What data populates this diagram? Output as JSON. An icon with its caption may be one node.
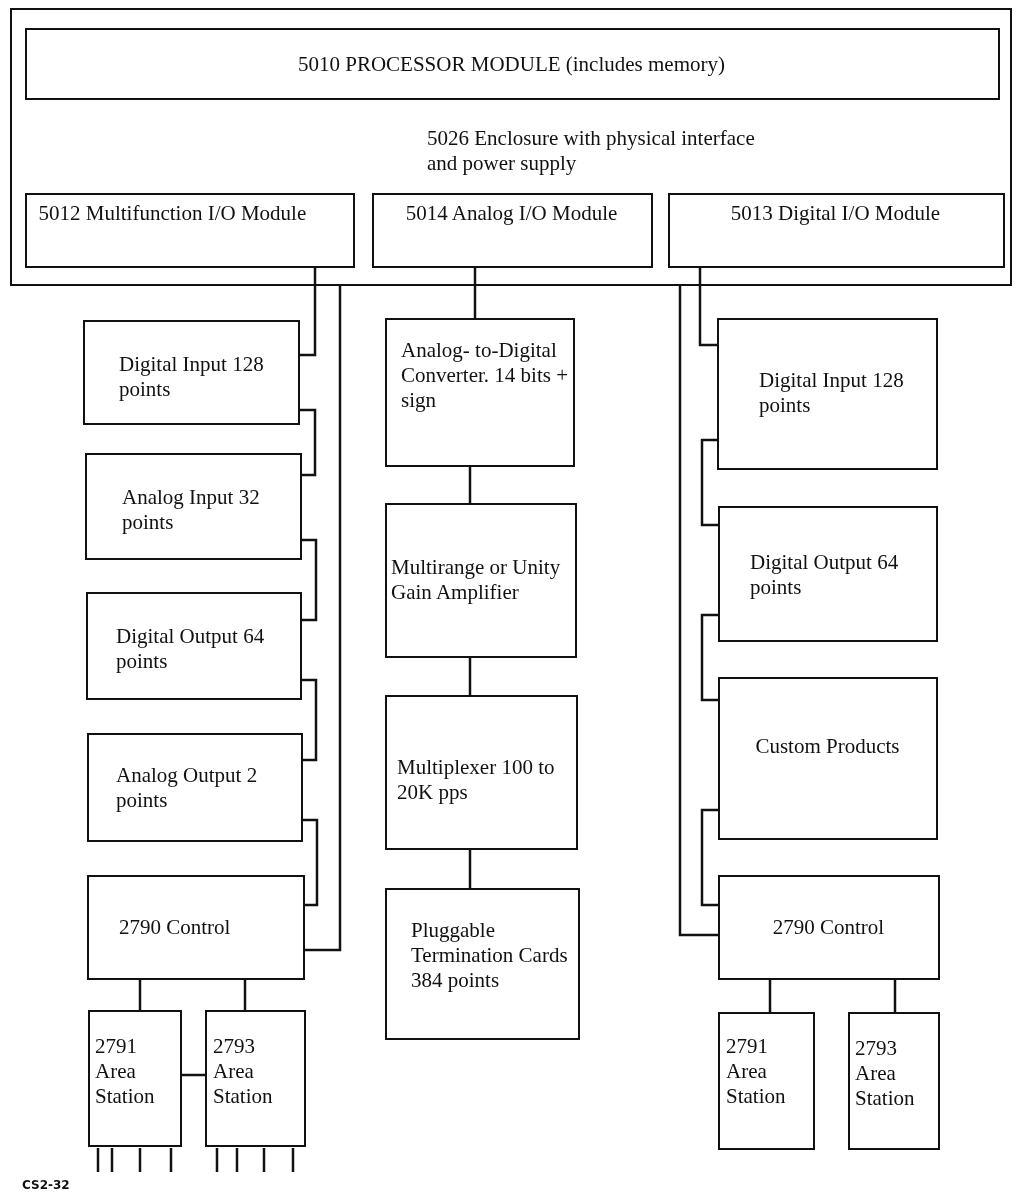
{
  "diagram": {
    "nodes": [
      {
        "text": [
          "5026 Enclosure with physical interface and power supply"
        ]
      },
      {
        "text": [
          "5010 PROCESSOR MODULE (includes memory)"
        ],
        "in": 0
      },
      {
        "text": [
          "5012 Multifunction I/O Module"
        ],
        "in": 0
      },
      {
        "text": [
          "5014 Analog I/O Module"
        ],
        "in": 0
      },
      {
        "text": [
          "5013 Digital I/O Module"
        ],
        "in": 0
      },
      {
        "text": [
          "Digital Input 128 points"
        ]
      },
      {
        "text": [
          "Analog Input 32 points"
        ]
      },
      {
        "text": [
          "Digital Output 64 points"
        ]
      },
      {
        "text": [
          "Analog Output 2 points"
        ]
      },
      {
        "text": [
          "2790 Control"
        ]
      },
      {
        "text": [
          "2791 Area Station"
        ]
      },
      {
        "text": [
          "2793 Area Station"
        ]
      },
      {
        "text": [
          "Analog- to-Digital Converter. 14 bits + sign"
        ]
      },
      {
        "text": [
          "Multirange or Unity Gain Amplifier"
        ]
      },
      {
        "text": [
          "Multiplexer 100 to 20K pps"
        ]
      },
      {
        "text": [
          "Pluggable Termination Cards 384 points"
        ]
      },
      {
        "text": [
          "Digital Input 128 points"
        ]
      },
      {
        "text": [
          "Digital Output 64 points"
        ]
      },
      {
        "text": [
          "Custom Products"
        ]
      },
      {
        "text": [
          "2790 Control"
        ]
      },
      {
        "text": [
          "2791 Area Station"
        ]
      },
      {
        "text": [
          "2793 Area Station"
        ]
      }
    ],
    "edges": [
      {
        "from": 2,
        "to": 5,
        "arrow": "none"
      },
      {
        "from": 5,
        "to": 6,
        "arrow": "none"
      },
      {
        "from": 6,
        "to": 7,
        "arrow": "none"
      },
      {
        "from": 7,
        "to": 8,
        "arrow": "none"
      },
      {
        "from": 8,
        "to": 9,
        "arrow": "none"
      },
      {
        "from": 9,
        "to": 10,
        "arrow": "none"
      },
      {
        "from": 9,
        "to": 11,
        "arrow": "none"
      },
      {
        "from": 10,
        "to": 11,
        "arrow": "none"
      },
      {
        "from": 9,
        "to": 0,
        "arrow": "none"
      },
      {
        "from": 3,
        "to": 12,
        "arrow": "none"
      },
      {
        "from": 12,
        "to": 13,
        "arrow": "none"
      },
      {
        "from": 13,
        "to": 14,
        "arrow": "none"
      },
      {
        "from": 14,
        "to": 15,
        "arrow": "none"
      },
      {
        "from": 4,
        "to": 16,
        "arrow": "none"
      },
      {
        "from": 16,
        "to": 17,
        "arrow": "none"
      },
      {
        "from": 17,
        "to": 18,
        "arrow": "none"
      },
      {
        "from": 18,
        "to": 19,
        "arrow": "none"
      },
      {
        "from": 19,
        "to": 20,
        "arrow": "none"
      },
      {
        "from": 19,
        "to": 21,
        "arrow": "none"
      },
      {
        "from": 19,
        "to": 0,
        "arrow": "none"
      }
    ],
    "labels": [
      "CS2-32"
    ]
  }
}
